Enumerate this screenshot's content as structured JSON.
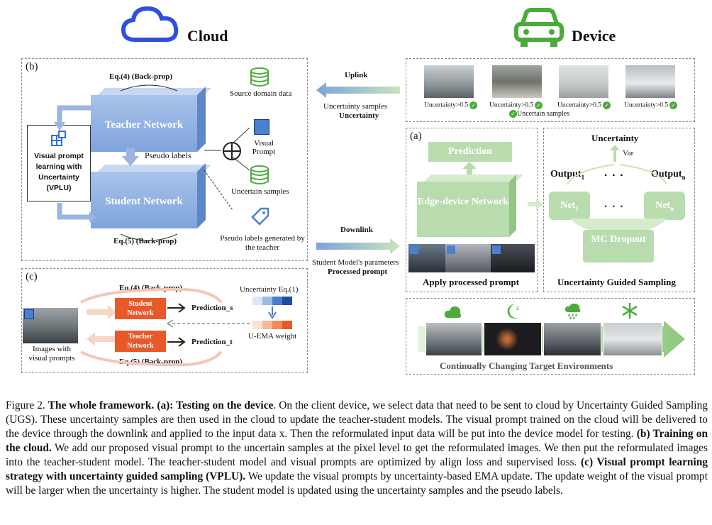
{
  "cloud": {
    "title": "Cloud"
  },
  "device": {
    "title": "Device"
  },
  "panel_b": {
    "label": "(b)",
    "teacher": "Teacher Network",
    "student": "Student Network",
    "eq_top": "Eq.(4) (Back-prop)",
    "eq_bottom": "Eq.(5) (Back-prop)",
    "pseudo": "Pseudo labels",
    "vplu": "Visual prompt learning with Uncertainty (VPLU)",
    "source_data": "Source domain data",
    "visual_prompt": "Visual Prompt",
    "uncertain_samples": "Uncertain samples",
    "pseudo_teacher": "Pseudo labels generated by the teacher"
  },
  "links": {
    "uplink": "Uplink",
    "uplink_sub1": "Uncertainty samples",
    "uplink_sub2": "Uncertainty",
    "downlink": "Downlink",
    "downlink_sub1": "Student Model's parameters",
    "downlink_sub2": "Processed prompt"
  },
  "uncertain_strip": {
    "items": [
      "Uncertainty>0.5",
      "Uncertainty>0.5",
      "Uncertainty>0.5",
      "Uncertainty>0.5"
    ],
    "caption": "Uncertain samples"
  },
  "panel_a": {
    "label": "(a)",
    "prediction": "Prediction",
    "edge": "Edge-device Network",
    "apply": "Apply processed prompt"
  },
  "ugs": {
    "uncertainty": "Uncertainty",
    "var": "Var",
    "output1": "Output",
    "outputn": "Output",
    "sub1": "1",
    "subn": "n",
    "dots": "• • •",
    "net": "Net",
    "mc": "MC Dropout",
    "title": "Uncertainty Guided Sampling"
  },
  "env": {
    "title": "Continually Changing Target Environments"
  },
  "panel_c": {
    "label": "(c)",
    "eq_top": "Eq.(4) (Back-prop)",
    "eq_bottom": "Eq.(5) (Back-prop)",
    "student": "Student Network",
    "teacher": "Teacher Network",
    "pred_s": "Prediction_s",
    "pred_t": "Prediction_t",
    "uncertainty_eq": "Uncertainty Eq.(1)",
    "uema": "U-EMA weight",
    "images": "Images with visual prompts"
  },
  "caption": {
    "fig": "Figure 2.",
    "title": "The whole framework.",
    "a_head": "(a): Testing on the device",
    "a_text": ". On the client device, we select data that need to be sent to cloud by Uncertainty Guided Sampling (UGS). These uncertainty samples are then used in the cloud to update the teacher-student models. The visual prompt trained on the cloud will be delivered to the device through the downlink and applied to the input data x. Then the reformulated input data will be put into the device model for testing.",
    "b_head": "(b) Training on the cloud.",
    "b_text": "We add our proposed visual prompt to the uncertain samples at the pixel level to get the reformulated images. We then put the reformulated images into the teacher-student model. The teacher-student model and visual prompts are optimized by align loss and supervised loss.",
    "c_head": "(c) Visual prompt learning strategy with uncertainty guided sampling (VPLU).",
    "c_text": "We update the visual prompts by uncertainty-based EMA update. The update weight of the visual prompt will be larger when the uncertainty is higher. The student model is updated using the uncertainty samples and the pseudo labels."
  },
  "colors": {
    "accent_blue": "#2f4fe0",
    "green": "#4bab3b",
    "orange": "#e8592a"
  }
}
